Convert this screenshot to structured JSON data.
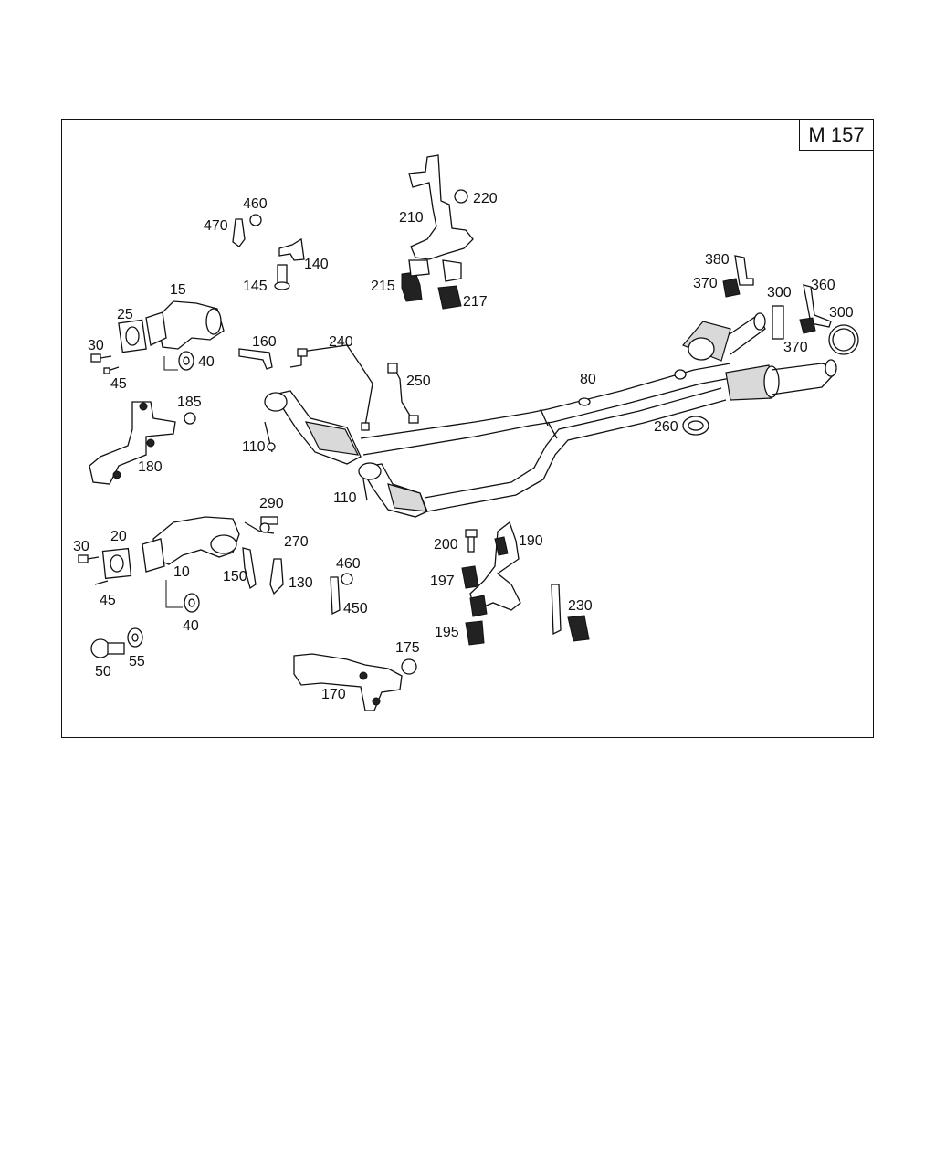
{
  "model": "M 157",
  "labels": [
    "460",
    "470",
    "140",
    "145",
    "15",
    "25",
    "30",
    "45",
    "40",
    "160",
    "240",
    "250",
    "210",
    "220",
    "215",
    "217",
    "380",
    "370",
    "300",
    "360",
    "300",
    "370",
    "80",
    "260",
    "185",
    "180",
    "110",
    "110",
    "290",
    "270",
    "20",
    "30",
    "10",
    "150",
    "130",
    "45",
    "40",
    "460",
    "450",
    "200",
    "190",
    "197",
    "195",
    "230",
    "50",
    "55",
    "175",
    "170"
  ]
}
